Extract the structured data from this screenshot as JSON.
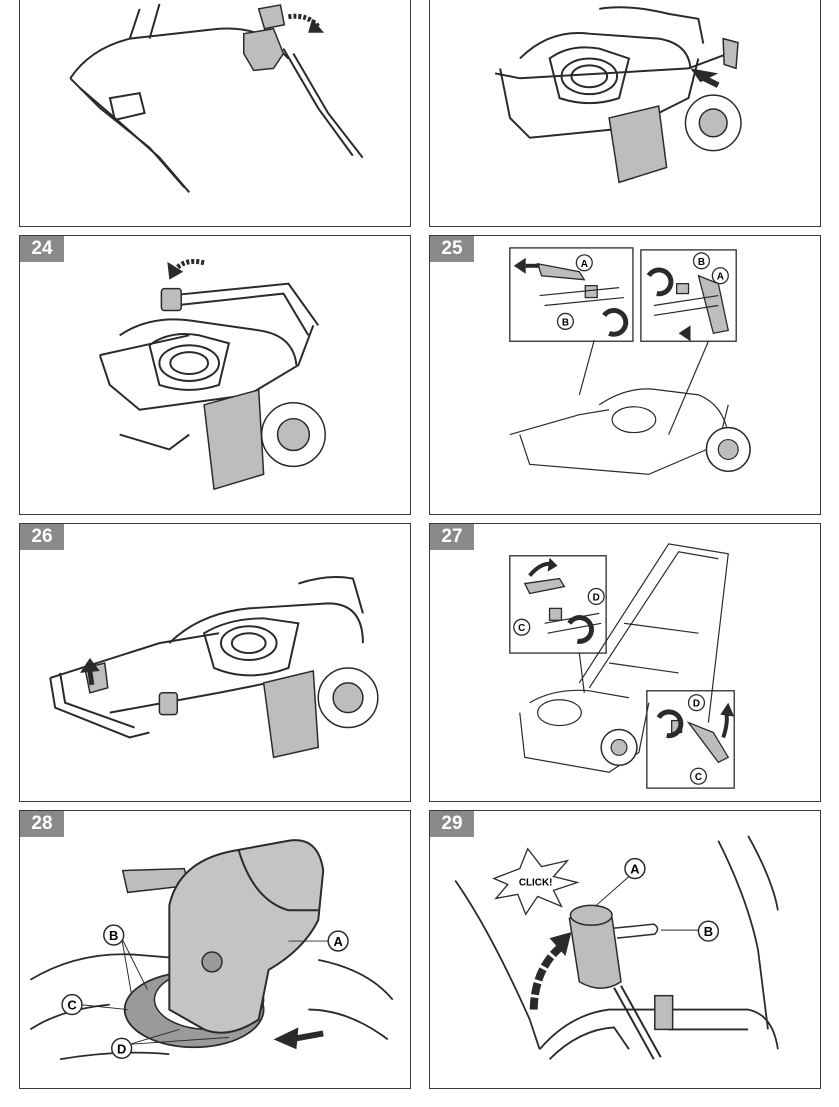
{
  "panels": [
    {
      "number": ""
    },
    {
      "number": ""
    },
    {
      "number": "24"
    },
    {
      "number": "25"
    },
    {
      "number": "26"
    },
    {
      "number": "27"
    },
    {
      "number": "28"
    },
    {
      "number": "29"
    }
  ],
  "callouts": {
    "p25": [
      "A",
      "B",
      "B",
      "A"
    ],
    "p27": [
      "C",
      "D",
      "D",
      "C"
    ],
    "p28": [
      "B",
      "A",
      "C",
      "D"
    ],
    "p29": [
      "A",
      "B"
    ]
  },
  "click_text": "CLICK!",
  "colors": {
    "badge": "#8a8a8a",
    "line": "#2a2a2a",
    "shade": "#bdbdbd",
    "dark": "#555555"
  }
}
